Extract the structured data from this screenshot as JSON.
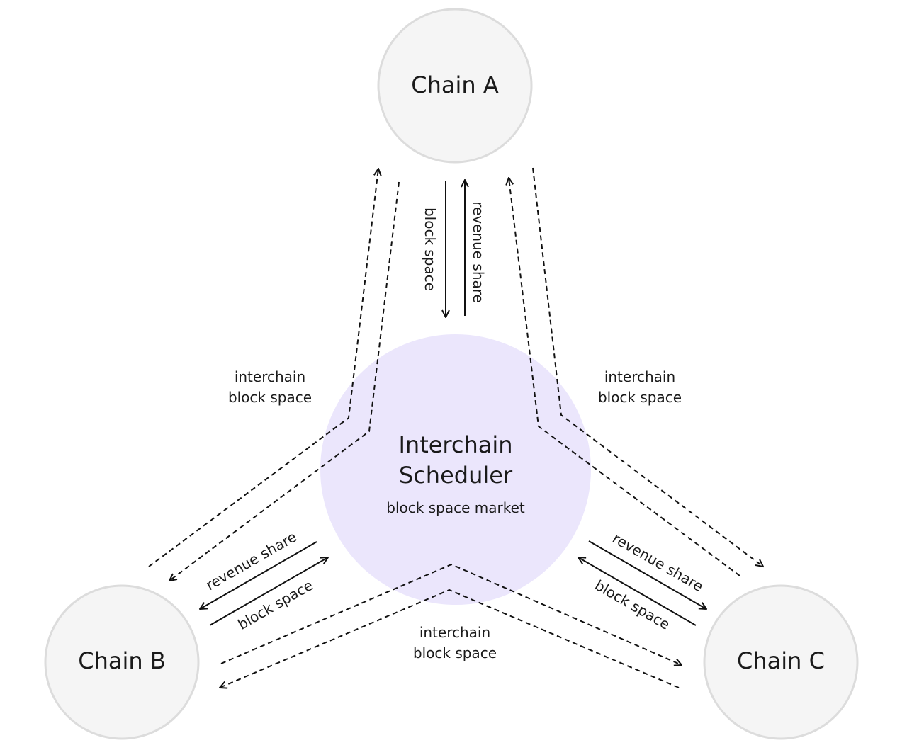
{
  "nodes": {
    "chain_a": "Chain A",
    "chain_b": "Chain B",
    "chain_c": "Chain C"
  },
  "center": {
    "title_line1": "Interchain",
    "title_line2": "Scheduler",
    "subtitle": "block space market"
  },
  "edges": {
    "block_space": "block space",
    "revenue_share": "revenue share",
    "interchain_line1": "interchain",
    "interchain_line2": "block space"
  },
  "colors": {
    "node_fill": "#f5f5f5",
    "node_stroke": "#dcdcdc",
    "center_fill": "#ebe6fc",
    "line": "#111111"
  }
}
